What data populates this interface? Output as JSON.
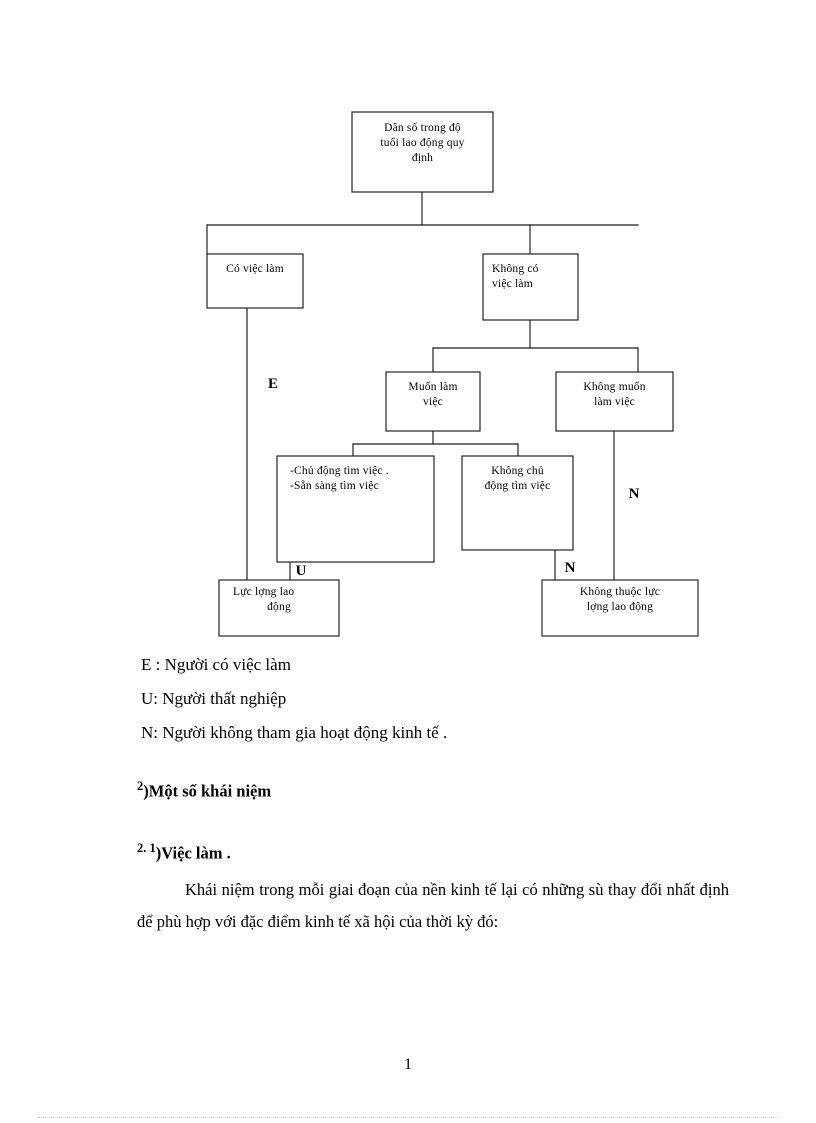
{
  "document": {
    "page_number": "1"
  },
  "diagram": {
    "name": "labour-force-classification-tree",
    "nodes": {
      "root": {
        "lines": [
          "Dân số trong độ",
          "tuổi lao động  quy",
          "định"
        ]
      },
      "employed": {
        "lines": [
          "Có việc làm"
        ]
      },
      "not_employed": {
        "lines": [
          "Không      có",
          "việc      làm"
        ]
      },
      "want_work": {
        "lines": [
          "Muốn làm",
          "việc"
        ]
      },
      "not_want_work": {
        "lines": [
          "Không muốn",
          "làm việc"
        ]
      },
      "active_seeking": {
        "lines": [
          "-Chủ động tìm  việc .",
          "-Sẵn sàng tìm   việc"
        ]
      },
      "not_active_seeking": {
        "lines": [
          "Không chủ",
          "động tìm việc"
        ]
      },
      "labour_force": {
        "lines": [
          "Lực lợng   lao",
          "động"
        ]
      },
      "outside_labour_force": {
        "lines": [
          "Không thuộc lực",
          "lợng   lao động"
        ]
      }
    },
    "edge_labels": {
      "e": "E",
      "u": "U",
      "n_right": "N",
      "n_mid": "N"
    }
  },
  "legend": [
    "E : Người có việc làm",
    "U: Người thất nghiệp",
    "N: Người không tham gia hoạt động kinh tế ."
  ],
  "headings": {
    "concepts_number": "2",
    "concepts_text": ")Một số khái niệm",
    "jobs_number": "2. 1",
    "jobs_text": ")Việc làm ."
  },
  "body": {
    "paragraph": "Khái niệm trong mỗi giai đoạn của nền kinh tế lại có những sù thay đổi nhất định để phù hợp với đặc điểm kinh tế xã hội của thời kỳ đó:"
  }
}
